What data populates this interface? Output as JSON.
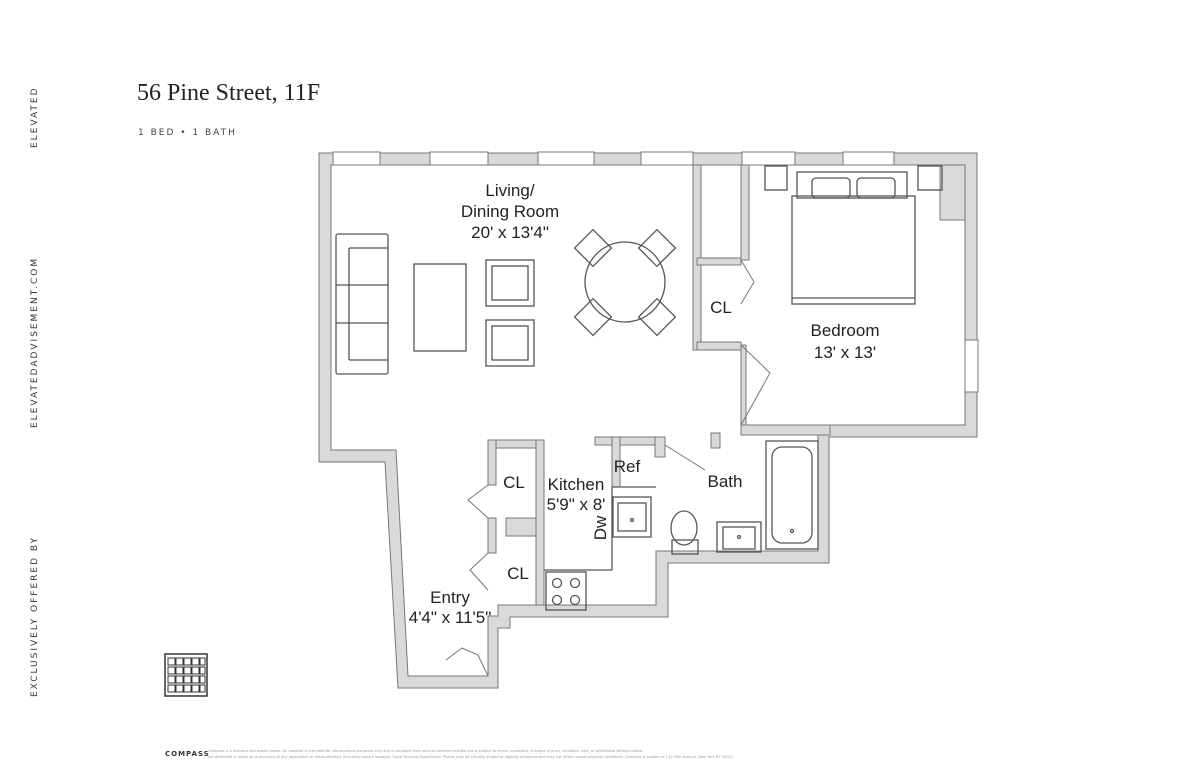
{
  "brand": {
    "name": "ELEVATED",
    "website": "ELEVATEDADVISEMENT.COM",
    "offered_by": "EXCLUSIVELY OFFERED BY"
  },
  "listing": {
    "address": "56 Pine Street, 11F",
    "summary": "1 BED • 1 BATH"
  },
  "rooms": {
    "living_name_1": "Living/",
    "living_name_2": "Dining Room",
    "living_dims": "20' x 13'4\"",
    "bedroom_name": "Bedroom",
    "bedroom_dims": "13' x 13'",
    "bedroom_closet": "CL",
    "kitchen_name": "Kitchen",
    "kitchen_dims": "5'9\" x 8'",
    "refrigerator": "Ref",
    "dishwasher": "Dw",
    "bath_name": "Bath",
    "entry_closet_1": "CL",
    "entry_closet_2": "CL",
    "entry_name": "Entry",
    "entry_dims": "4'4\" x 11'5\""
  },
  "footer": {
    "broker": "COMPASS",
    "disclaimer_line1": "Compass is a licensed real estate broker. All material is intended for informational purposes only and is compiled from sources deemed reliable but is subject to errors, omissions, changes in price, condition, sale, or withdrawal without notice.",
    "disclaimer_line2": "No statement is made as to accuracy of any description or measurements (including square footage). Equal Housing Opportunity. Photos may be virtually staged or digitally enhanced and may not reflect actual property conditions. Compass is located at 110 Fifth Avenue, New York NY 10011."
  },
  "colors": {
    "wall_fill": "#d9d9d9",
    "wall_stroke": "#777777",
    "text": "#222222"
  }
}
